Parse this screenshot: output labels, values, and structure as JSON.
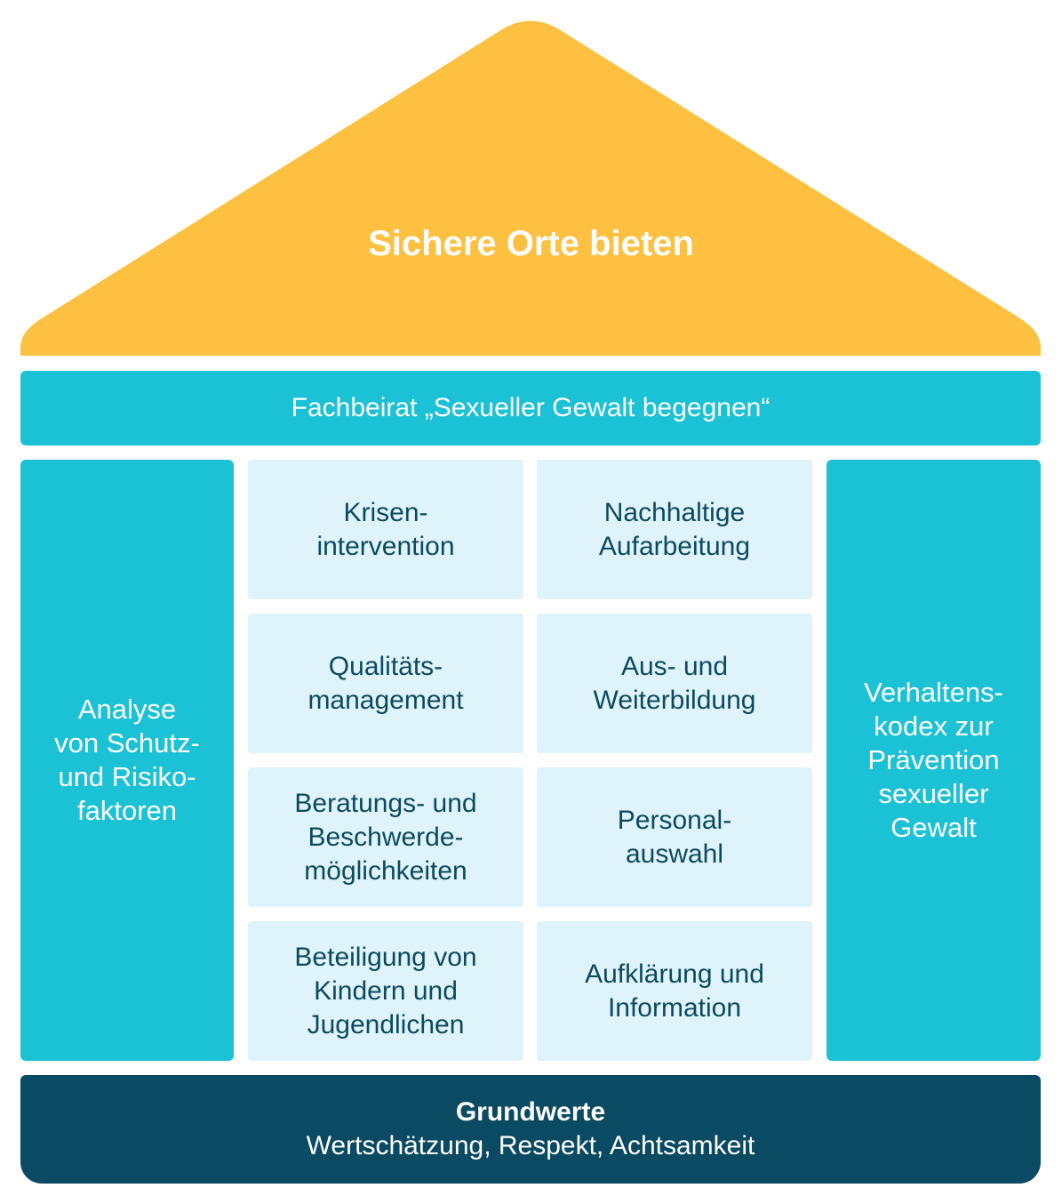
{
  "colors": {
    "roof": "#fdc040",
    "pillar": "#1bc1d4",
    "cell_bg": "#dff3fa",
    "cell_text": "#0c4a60",
    "foundation": "#0a4a62"
  },
  "roof": {
    "title": "Sichere Orte bieten"
  },
  "beam": {
    "label": "Fachbeirat „Sexueller Gewalt begegnen“"
  },
  "pillars": {
    "left": "Analyse\nvon Schutz-\nund Risiko-\nfaktoren",
    "right": "Verhaltens-\nkodex zur\nPrävention\nsexueller\nGewalt"
  },
  "cells": [
    "Krisen-\nintervention",
    "Nachhaltige\nAufarbeitung",
    "Qualitäts-\nmanagement",
    "Aus- und\nWeiterbildung",
    "Beratungs- und\nBeschwerde-\nmöglichkeiten",
    "Personal-\nauswahl",
    "Beteiligung von\nKindern und\nJugendlichen",
    "Aufklärung und\nInformation"
  ],
  "foundation": {
    "title": "Grundwerte",
    "subtitle": "Wertschätzung, Respekt, Achtsamkeit"
  }
}
